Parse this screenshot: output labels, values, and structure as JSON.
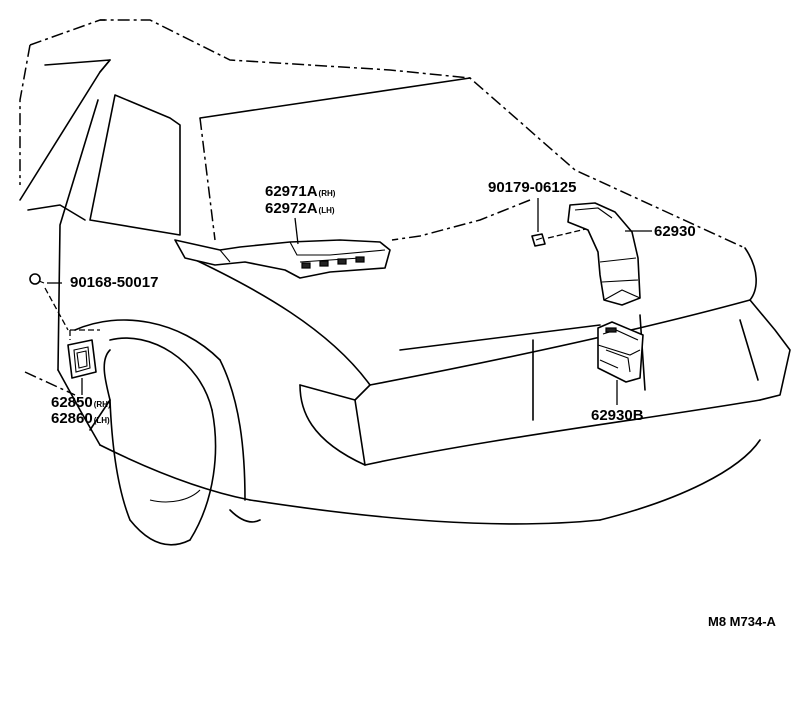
{
  "parts": [
    {
      "id": "bolt-1",
      "number": "90168-50017",
      "side": ""
    },
    {
      "id": "marker-lamp-rh",
      "number": "62850",
      "side": "(RH)"
    },
    {
      "id": "marker-lamp-lh",
      "number": "62860",
      "side": "(LH)"
    },
    {
      "id": "spoiler-lamp-rh",
      "number": "62971A",
      "side": "(RH)"
    },
    {
      "id": "spoiler-lamp-lh",
      "number": "62972A",
      "side": "(LH)"
    },
    {
      "id": "clip",
      "number": "90179-06125",
      "side": ""
    },
    {
      "id": "duct",
      "number": "62930",
      "side": ""
    },
    {
      "id": "duct-assembly",
      "number": "62930B",
      "side": ""
    }
  ],
  "reference_code": "M8 M734-A"
}
